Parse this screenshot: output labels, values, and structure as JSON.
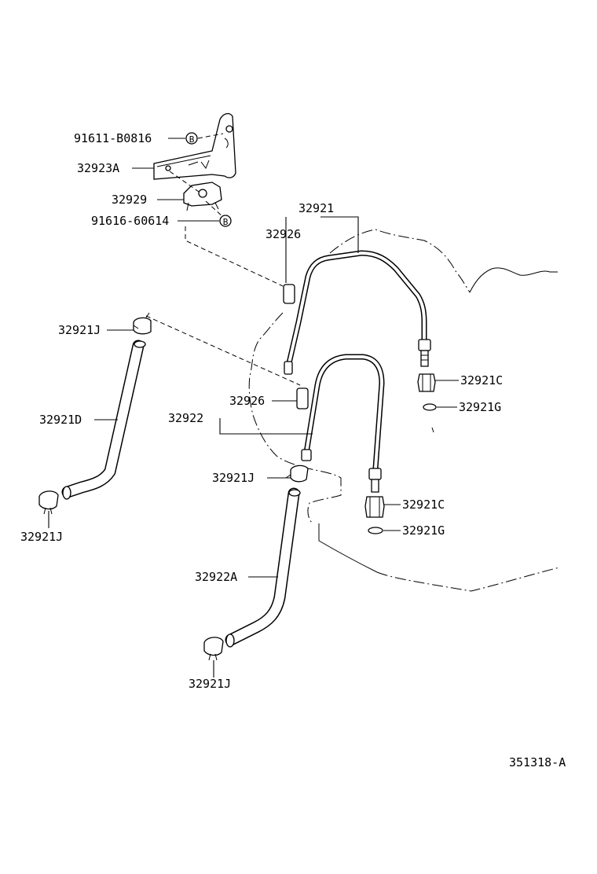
{
  "labels": {
    "bolt_1": "91611-B0816",
    "bracket": "32923A",
    "clamp_bracket": "32929",
    "bolt_2": "91616-60614",
    "tube_upper": "32921",
    "sleeve_upper": "32926",
    "clip_top_left": "32921J",
    "hose_left": "32921D",
    "clip_bottom_left": "32921J",
    "tube_lower": "32922",
    "sleeve_lower": "32926",
    "clip_mid": "32921J",
    "hose_lower": "32922A",
    "clip_bottom": "32921J",
    "union_upper": "32921C",
    "gasket_upper": "32921G",
    "union_lower": "32921C",
    "gasket_lower": "32921G"
  },
  "bolt_marker": "B",
  "diagram_id": "351318-A"
}
